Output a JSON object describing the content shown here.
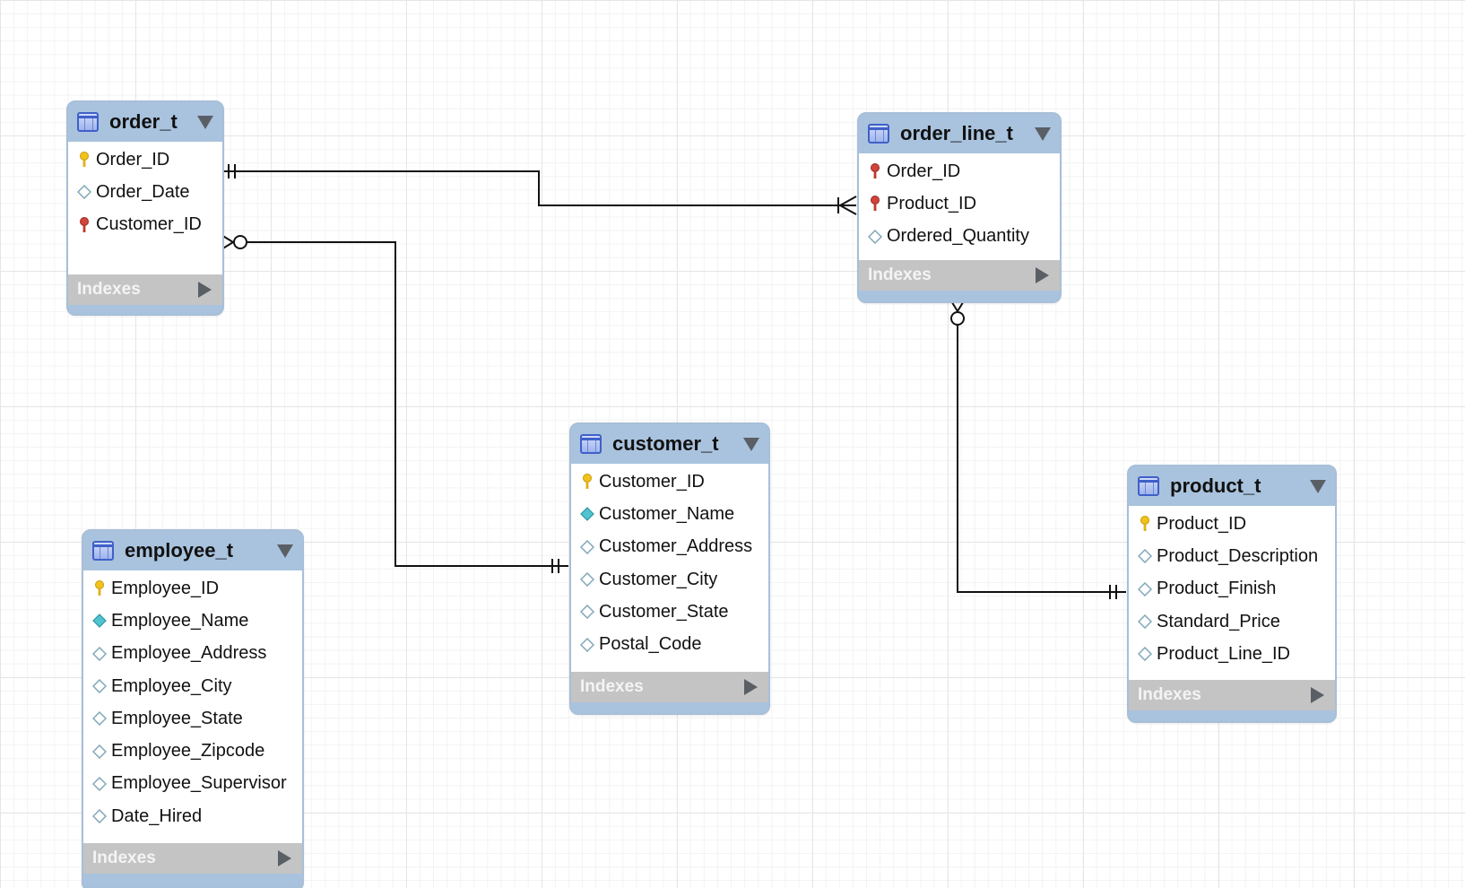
{
  "colors": {
    "header": "#a9c3de",
    "indexes_bar": "#c4c4c4",
    "primary_key": "#f2c21b",
    "foreign_key": "#c0392b",
    "attribute_filled": "#4fc3cf",
    "connector": "#111111"
  },
  "entities": {
    "order_t": {
      "title": "order_t",
      "indexes_label": "Indexes",
      "columns": [
        {
          "label": "Order_ID",
          "icon": "primary-key-icon"
        },
        {
          "label": "Order_Date",
          "icon": "attribute-icon"
        },
        {
          "label": "Customer_ID",
          "icon": "foreign-key-icon"
        }
      ]
    },
    "order_line_t": {
      "title": "order_line_t",
      "indexes_label": "Indexes",
      "columns": [
        {
          "label": "Order_ID",
          "icon": "foreign-key-icon"
        },
        {
          "label": "Product_ID",
          "icon": "foreign-key-icon"
        },
        {
          "label": "Ordered_Quantity",
          "icon": "attribute-icon"
        }
      ]
    },
    "customer_t": {
      "title": "customer_t",
      "indexes_label": "Indexes",
      "columns": [
        {
          "label": "Customer_ID",
          "icon": "primary-key-icon"
        },
        {
          "label": "Customer_Name",
          "icon": "required-attribute-icon"
        },
        {
          "label": "Customer_Address",
          "icon": "attribute-icon"
        },
        {
          "label": "Customer_City",
          "icon": "attribute-icon"
        },
        {
          "label": "Customer_State",
          "icon": "attribute-icon"
        },
        {
          "label": "Postal_Code",
          "icon": "attribute-icon"
        }
      ]
    },
    "product_t": {
      "title": "product_t",
      "indexes_label": "Indexes",
      "columns": [
        {
          "label": "Product_ID",
          "icon": "primary-key-icon"
        },
        {
          "label": "Product_Description",
          "icon": "attribute-icon"
        },
        {
          "label": "Product_Finish",
          "icon": "attribute-icon"
        },
        {
          "label": "Standard_Price",
          "icon": "attribute-icon"
        },
        {
          "label": "Product_Line_ID",
          "icon": "attribute-icon"
        }
      ]
    },
    "employee_t": {
      "title": "employee_t",
      "indexes_label": "Indexes",
      "columns": [
        {
          "label": "Employee_ID",
          "icon": "primary-key-icon"
        },
        {
          "label": "Employee_Name",
          "icon": "required-attribute-icon"
        },
        {
          "label": "Employee_Address",
          "icon": "attribute-icon"
        },
        {
          "label": "Employee_City",
          "icon": "attribute-icon"
        },
        {
          "label": "Employee_State",
          "icon": "attribute-icon"
        },
        {
          "label": "Employee_Zipcode",
          "icon": "attribute-icon"
        },
        {
          "label": "Employee_Supervisor",
          "icon": "attribute-icon"
        },
        {
          "label": "Date_Hired",
          "icon": "attribute-icon"
        }
      ]
    }
  },
  "relationships": [
    {
      "from": "order_t.Order_ID",
      "to": "order_line_t.Product_ID",
      "from_cardinality": "one-and-only-one",
      "to_cardinality": "one-or-many"
    },
    {
      "from": "customer_t.Customer_ID",
      "to": "order_t.Customer_ID",
      "from_cardinality": "one-and-only-one",
      "to_cardinality": "zero-or-many"
    },
    {
      "from": "product_t.Product_Finish",
      "to": "order_line_t",
      "from_cardinality": "one-and-only-one",
      "to_cardinality": "zero-or-many"
    }
  ]
}
